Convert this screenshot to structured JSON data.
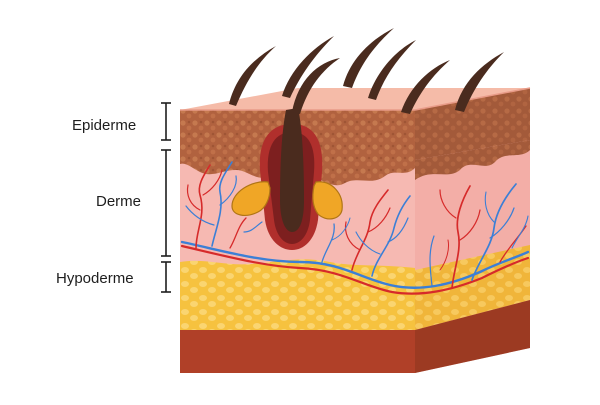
{
  "labels": {
    "epidermis": "Epiderme",
    "dermis": "Derme",
    "hypodermis": "Hypoderme"
  },
  "colors": {
    "epidermis_top": "#f5b8a6",
    "epidermis_front": "#b06040",
    "dermis": "#f6b9b2",
    "hypodermis": "#f6c341",
    "base": "#b5452a",
    "hair": "#4a2b1e",
    "artery": "#d62a2a",
    "vein": "#3b7fd6",
    "sebaceous_gland": "#f0a626",
    "follicle": "#a02d2d"
  },
  "icons": [
    "skin-cross-section",
    "hair-follicle-icon",
    "sebaceous-gland-icon",
    "blood-vessel-network"
  ]
}
